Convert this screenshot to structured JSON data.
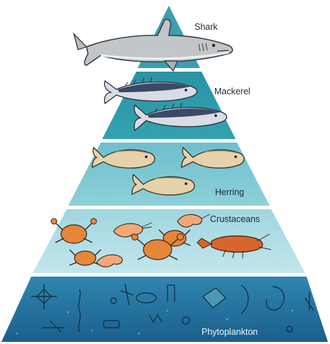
{
  "pyramid": {
    "levels": [
      {
        "id": "shark",
        "label": "Shark"
      },
      {
        "id": "mackerel",
        "label": "Mackerel"
      },
      {
        "id": "herring",
        "label": "Herring"
      },
      {
        "id": "crustaceans",
        "label": "Crustaceans"
      },
      {
        "id": "phytoplankton",
        "label": "Phytoplankton"
      }
    ]
  },
  "colors": {
    "tier_top": "#3a9fb0",
    "tier_mackerel": "#2b97a7",
    "tier_herring": "#7fc7d3",
    "tier_crustaceans": "#a9dbe3",
    "tier_phytoplankton": "#1e6f9a",
    "fish_body": "#e6d1aa",
    "mackerel_back": "#3a4a66",
    "crab": "#e5863a",
    "shark": "#b9bcbf"
  },
  "icons": [
    "shark-icon",
    "mackerel-icon",
    "herring-icon",
    "crab-icon",
    "shrimp-icon",
    "lobster-icon",
    "diatom-icon"
  ]
}
